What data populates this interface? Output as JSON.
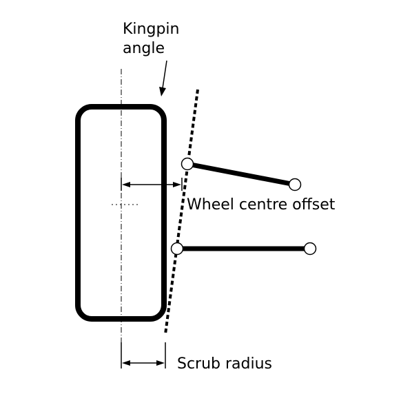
{
  "labels": {
    "kingpin_line1": "Kingpin",
    "kingpin_line2": "angle",
    "wheel_centre_offset": "Wheel centre offset",
    "scrub_radius": "Scrub radius"
  },
  "colors": {
    "stroke": "#000000",
    "background": "#ffffff"
  }
}
